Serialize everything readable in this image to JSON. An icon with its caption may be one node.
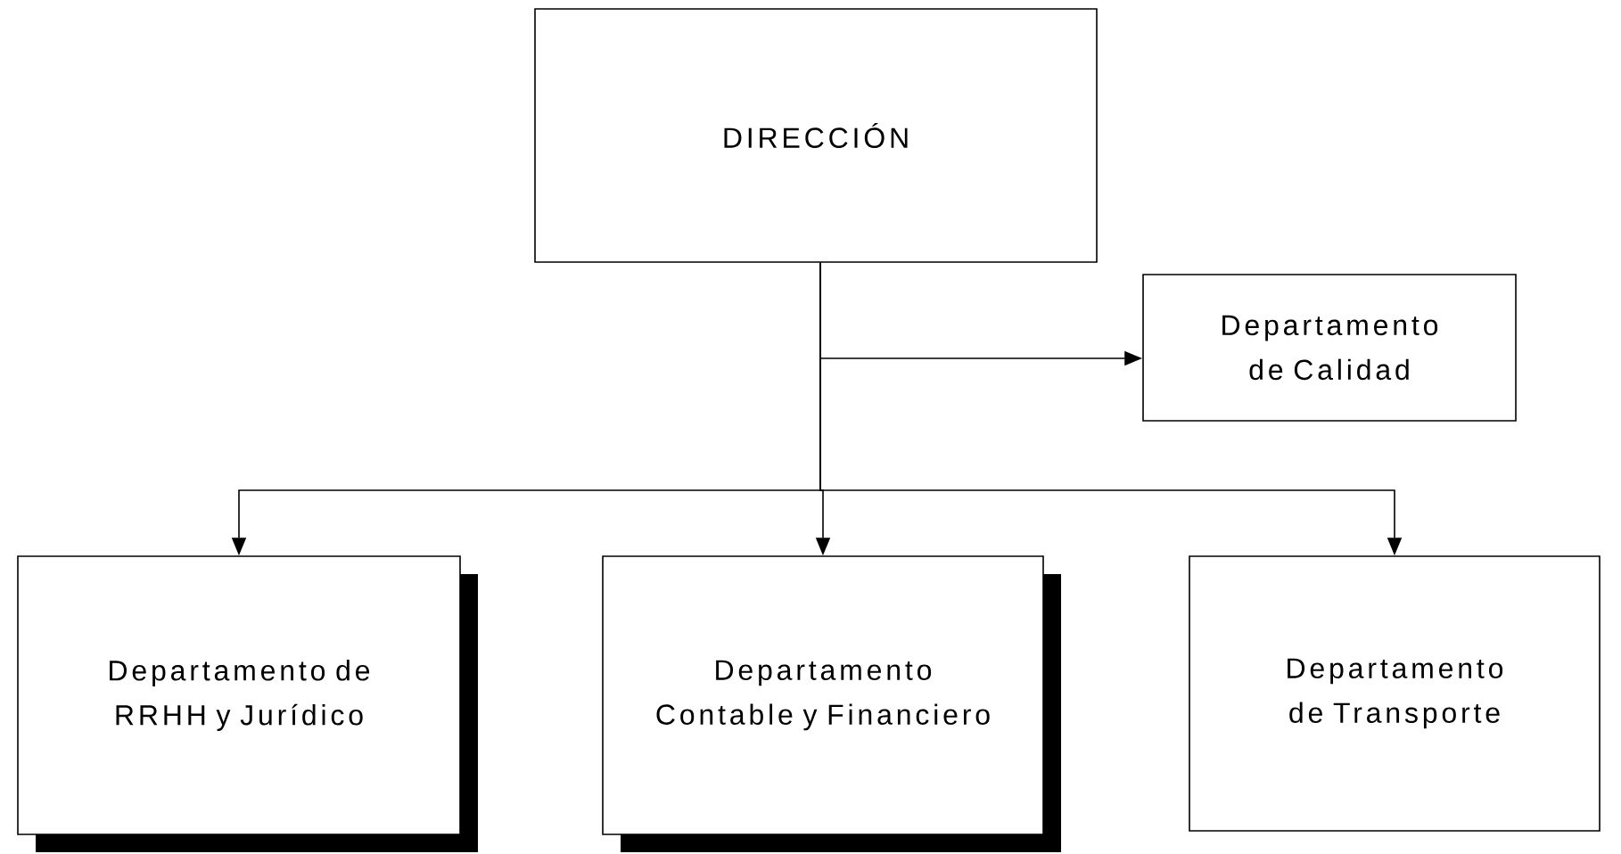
{
  "diagram": {
    "nodes": [
      {
        "text": [
          "DIRECCIÓN"
        ]
      },
      {
        "text": [
          "Departamento de Calidad"
        ]
      },
      {
        "text": [
          "Departamento de RRHH y Jurídico"
        ]
      },
      {
        "text": [
          "Departamento Contable y Financiero"
        ]
      },
      {
        "text": [
          "Departamento de Transporte"
        ]
      }
    ],
    "edges": [
      {
        "from": 0,
        "to": 1,
        "arrow": "to"
      },
      {
        "from": 0,
        "to": 2,
        "arrow": "to"
      },
      {
        "from": 0,
        "to": 3,
        "arrow": "to"
      },
      {
        "from": 0,
        "to": 4,
        "arrow": "to"
      }
    ]
  }
}
